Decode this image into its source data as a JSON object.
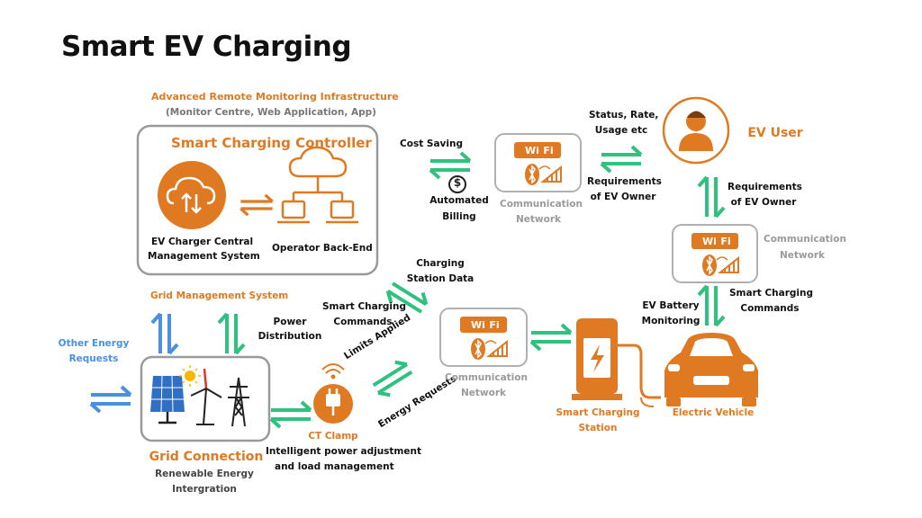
{
  "title": "Smart EV Charging",
  "monitoring": {
    "heading": "Advanced Remote Monitoring Infrastructure",
    "subheading": "(Monitor Centre, Web Application, App)"
  },
  "controller": {
    "title": "Smart Charging Controller",
    "cms_label_1": "EV Charger Central",
    "cms_label_2": "Management System",
    "backend_label": "Operator Back-End"
  },
  "grid_mgmt": "Grid Management System",
  "power_distribution_1": "Power",
  "power_distribution_2": "Distribution",
  "other_energy_1": "Other Energy",
  "other_energy_2": "Requests",
  "grid_connection": {
    "title": "Grid Connection",
    "sub_1": "Renewable Energy",
    "sub_2": "Intergration"
  },
  "ct_clamp": {
    "title": "CT Clamp",
    "desc_1": "Intelligent power adjustment",
    "desc_2": "and load management"
  },
  "limits_applied": "Limits Applied",
  "energy_requests": "Energy Requests",
  "smart_cmds_left_1": "Smart Charging",
  "smart_cmds_left_2": "Commands",
  "station_data_1": "Charging",
  "station_data_2": "Station Data",
  "cost_saving": "Cost Saving",
  "auto_billing_1": "Automated",
  "auto_billing_2": "Billing",
  "dollar_symbol": "$",
  "comm_label_1": "Communication",
  "comm_label_2": "Network",
  "wifi_text": "Wi Fi",
  "status_1": "Status, Rate,",
  "status_2": "Usage etc",
  "req_owner_1": "Requirements",
  "req_owner_2": "of EV Owner",
  "ev_user": "EV User",
  "ev_battery_1": "EV Battery",
  "ev_battery_2": "Monitoring",
  "smart_cmds_right_1": "Smart Charging",
  "smart_cmds_right_2": "Commands",
  "station_label_1": "Smart Charging",
  "station_label_2": "Station",
  "vehicle_label": "Electric Vehicle",
  "colors": {
    "orange": "#e07a22",
    "green": "#2ec27e",
    "blue": "#4a90e2",
    "gray": "#9a9a9a"
  },
  "icons": [
    "cloud-sync-icon",
    "cloud-network-icon",
    "solar-panel-icon",
    "sun-icon",
    "wind-turbine-icon",
    "pylon-icon",
    "plug-icon",
    "wifi-icon",
    "bluetooth-icon",
    "signal-icon",
    "dollar-icon",
    "user-icon",
    "charging-station-icon",
    "car-icon"
  ]
}
